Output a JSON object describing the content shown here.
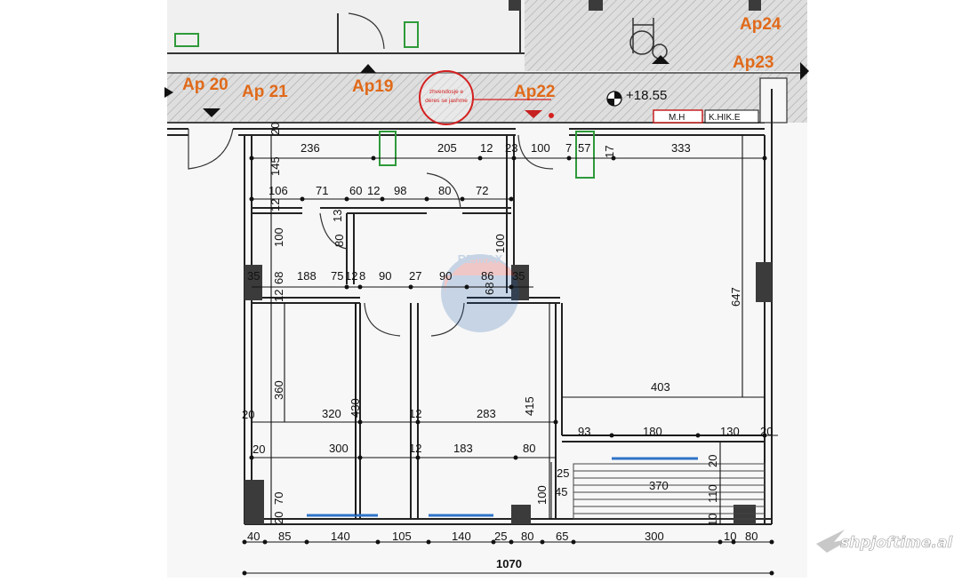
{
  "apartment_labels": {
    "ap20": "Ap 20",
    "ap21": "Ap 21",
    "ap19": "Ap19",
    "ap22": "Ap22",
    "ap24": "Ap24",
    "ap23": "Ap23"
  },
  "elevation": "+18.55",
  "stamp": {
    "line1": "zhvendosje e",
    "line2": "deres se jashme"
  },
  "tags": {
    "mh": "M.H",
    "khike": "K.HIK.E"
  },
  "watermark": "shpjoftime.al",
  "logo_text": "RE/MAX",
  "colors": {
    "apartment_label": "#e06a1a",
    "stamp": "#d42020",
    "window": "#2f74c8",
    "shaft": "#2e9a3a",
    "column": "#3b3b3b",
    "corridor_hatch": "#bdbdbd"
  },
  "dimensions": {
    "top_row": [
      "236",
      "205",
      "12",
      "23",
      "100",
      "7",
      "57",
      "17",
      "333"
    ],
    "row_2": [
      "106",
      "71",
      "60",
      "12",
      "98",
      "80",
      "72"
    ],
    "left_vertical": [
      "20",
      "145",
      "12",
      "100",
      "68",
      "12",
      "360",
      "20",
      "20",
      "70",
      "20"
    ],
    "row_3": [
      "35",
      "188",
      "75",
      "12",
      "8",
      "90",
      "27",
      "90",
      "86",
      "35"
    ],
    "center_vertical": [
      "13",
      "80",
      "100",
      "68",
      "430",
      "415",
      "647"
    ],
    "mid_row": [
      "320",
      "12",
      "283",
      "403"
    ],
    "lower_row": [
      "300",
      "12",
      "183",
      "80",
      "93",
      "180",
      "130",
      "20"
    ],
    "stairs": [
      "25",
      "45",
      "100",
      "370",
      "110",
      "20",
      "10"
    ],
    "bottom_row": [
      "40",
      "85",
      "140",
      "105",
      "140",
      "25",
      "80",
      "65",
      "300",
      "10",
      "80"
    ],
    "total": "1070"
  }
}
